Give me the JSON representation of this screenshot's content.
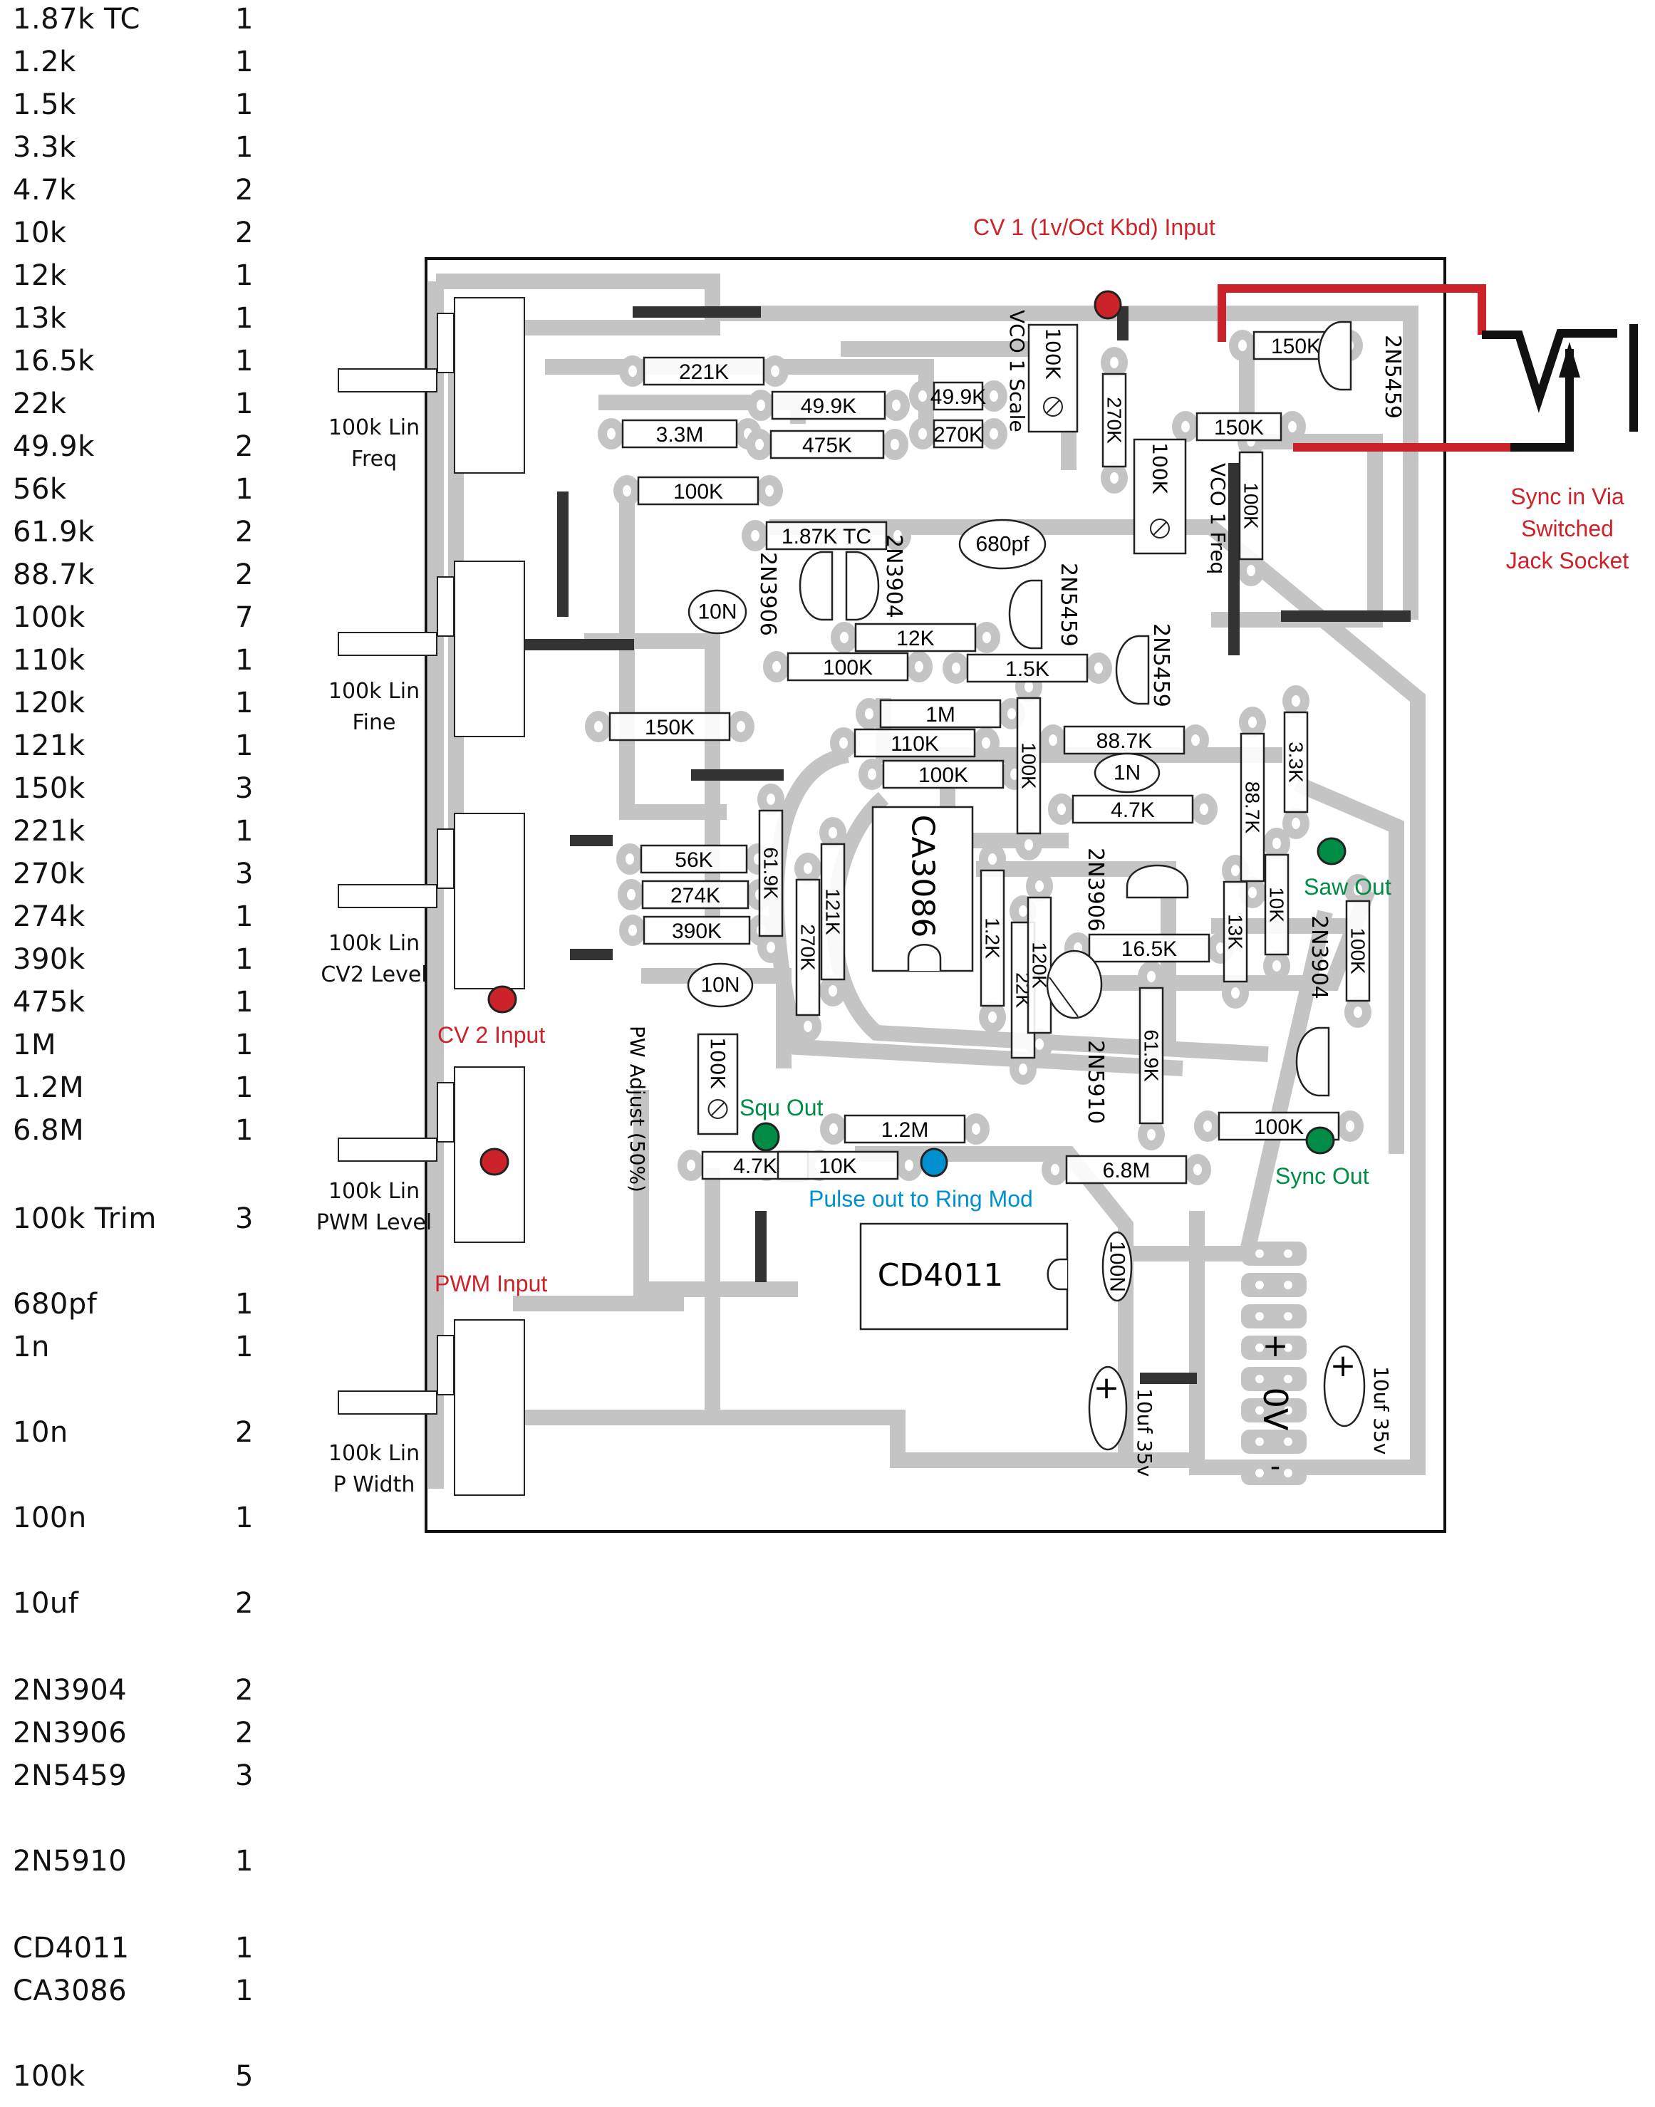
{
  "parts_list": [
    {
      "value": "1.87k TC",
      "qty": "1"
    },
    {
      "value": "1.2k",
      "qty": "1"
    },
    {
      "value": "1.5k",
      "qty": "1"
    },
    {
      "value": "3.3k",
      "qty": "1"
    },
    {
      "value": "4.7k",
      "qty": "2"
    },
    {
      "value": "10k",
      "qty": "2"
    },
    {
      "value": "12k",
      "qty": "1"
    },
    {
      "value": "13k",
      "qty": "1"
    },
    {
      "value": "16.5k",
      "qty": "1"
    },
    {
      "value": "22k",
      "qty": "1"
    },
    {
      "value": "49.9k",
      "qty": "2"
    },
    {
      "value": "56k",
      "qty": "1"
    },
    {
      "value": "61.9k",
      "qty": "2"
    },
    {
      "value": "88.7k",
      "qty": "2"
    },
    {
      "value": "100k",
      "qty": "7"
    },
    {
      "value": "110k",
      "qty": "1"
    },
    {
      "value": "120k",
      "qty": "1"
    },
    {
      "value": "121k",
      "qty": "1"
    },
    {
      "value": "150k",
      "qty": "3"
    },
    {
      "value": "221k",
      "qty": "1"
    },
    {
      "value": "270k",
      "qty": "3"
    },
    {
      "value": "274k",
      "qty": "1"
    },
    {
      "value": "390k",
      "qty": "1"
    },
    {
      "value": "475k",
      "qty": "1"
    },
    {
      "value": "1M",
      "qty": "1"
    },
    {
      "value": "1.2M",
      "qty": "1"
    },
    {
      "value": "6.8M",
      "qty": "1"
    },
    {
      "value": "100k Trim",
      "qty": "3"
    },
    {
      "value": "680pf",
      "qty": "1"
    },
    {
      "value": "1n",
      "qty": "1"
    },
    {
      "value": "10n",
      "qty": "2"
    },
    {
      "value": "100n",
      "qty": "1"
    },
    {
      "value": "10uf",
      "qty": "2"
    },
    {
      "value": "2N3904",
      "qty": "2"
    },
    {
      "value": "2N3906",
      "qty": "2"
    },
    {
      "value": "2N5459",
      "qty": "3"
    },
    {
      "value": "2N5910",
      "qty": "1"
    },
    {
      "value": "CD4011",
      "qty": "1"
    },
    {
      "value": "CA3086",
      "qty": "1"
    },
    {
      "value": "100k",
      "qty": "5"
    }
  ],
  "pots": [
    {
      "line1": "100k Lin",
      "line2": "Freq"
    },
    {
      "line1": "100k Lin",
      "line2": "Fine"
    },
    {
      "line1": "100k Lin",
      "line2": "CV2 Level"
    },
    {
      "line1": "100k Lin",
      "line2": "PWM Level"
    },
    {
      "line1": "100k Lin",
      "line2": "P Width"
    }
  ],
  "io_labels": {
    "cv1_input": "CV 1 (1v/Oct Kbd) Input",
    "cv2_input": "CV 2 Input",
    "pwm_input": "PWM Input",
    "sync_in": [
      "Sync in Via",
      "Switched",
      "Jack Socket"
    ],
    "saw_out": "Saw Out",
    "squ_out": "Squ Out",
    "sync_out": "Sync Out",
    "pulse_out": "Pulse out to Ring Mod"
  },
  "colors": {
    "input": "#cc2229",
    "output": "#008c45",
    "pulse": "#0090d0",
    "trace": "#c4c4c4",
    "link": "#333333"
  },
  "resistors_h": [
    {
      "label": "221K"
    },
    {
      "label": "3.3M"
    },
    {
      "label": "49.9K"
    },
    {
      "label": "475K"
    },
    {
      "label": "49.9K"
    },
    {
      "label": "270K"
    },
    {
      "label": "100K"
    },
    {
      "label": "150K"
    },
    {
      "label": "150K"
    },
    {
      "label": "1.87K TC"
    },
    {
      "label": "12K"
    },
    {
      "label": "100K"
    },
    {
      "label": "1.5K"
    },
    {
      "label": "150K"
    },
    {
      "label": "1M"
    },
    {
      "label": "110K"
    },
    {
      "label": "100K"
    },
    {
      "label": "88.7K"
    },
    {
      "label": "4.7K"
    },
    {
      "label": "56K"
    },
    {
      "label": "274K"
    },
    {
      "label": "390K"
    },
    {
      "label": "16.5K"
    },
    {
      "label": "1.2M"
    },
    {
      "label": "4.7K"
    },
    {
      "label": "10K"
    },
    {
      "label": "6.8M"
    },
    {
      "label": "100K"
    }
  ],
  "resistors_v": [
    {
      "label": "270K"
    },
    {
      "label": "100K"
    },
    {
      "label": "100K"
    },
    {
      "label": "61.9K"
    },
    {
      "label": "121K"
    },
    {
      "label": "270K"
    },
    {
      "label": "1.2K"
    },
    {
      "label": "22K"
    },
    {
      "label": "120K"
    },
    {
      "label": "61.9K"
    },
    {
      "label": "88.7K"
    },
    {
      "label": "3.3K"
    },
    {
      "label": "13K"
    },
    {
      "label": "10K"
    },
    {
      "label": "100K"
    }
  ],
  "trimmers": [
    {
      "label": "100K",
      "name": "VCO 1 Scale"
    },
    {
      "label": "100K",
      "name": "VCO 1 Freq"
    },
    {
      "label": "100K",
      "name": "PW Adjust (50%)"
    }
  ],
  "caps": [
    {
      "label": "680pf"
    },
    {
      "label": "10N"
    },
    {
      "label": "1N"
    },
    {
      "label": "10N"
    },
    {
      "label": "100N"
    },
    {
      "label": "10uf 35v"
    },
    {
      "label": "10uf 35v"
    }
  ],
  "transistors": [
    {
      "label": "2N5459"
    },
    {
      "label": "2N3906"
    },
    {
      "label": "2N3904"
    },
    {
      "label": "2N5459"
    },
    {
      "label": "2N5459"
    },
    {
      "label": "2N3906"
    },
    {
      "label": "2N5910"
    },
    {
      "label": "2N3904"
    }
  ],
  "ics": [
    {
      "label": "CA3086"
    },
    {
      "label": "CD4011"
    }
  ],
  "power": {
    "plus": "+",
    "zero": "0V",
    "minus": "-"
  }
}
